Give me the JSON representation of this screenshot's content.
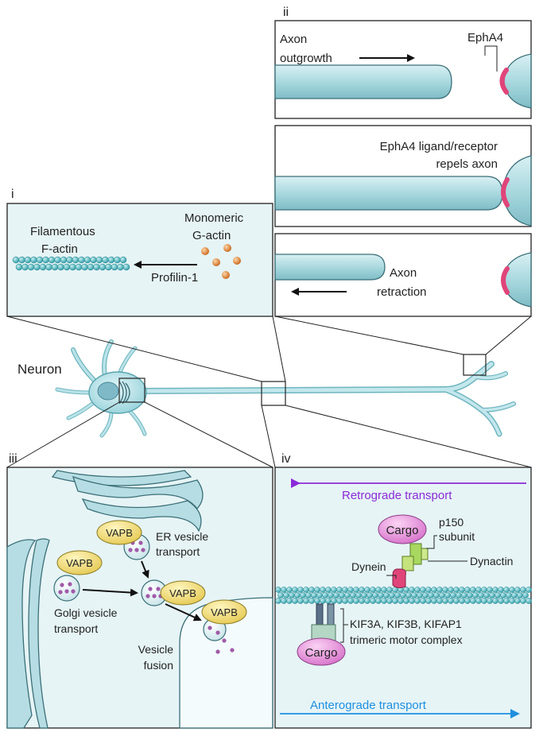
{
  "panels": {
    "i": {
      "numeral": "i",
      "filamentous_line1": "Filamentous",
      "filamentous_line2": "F-actin",
      "monomeric_line1": "Monomeric",
      "monomeric_line2": "G-actin",
      "profilin": "Profilin-1"
    },
    "ii": {
      "numeral": "ii",
      "axon_line1": "Axon",
      "axon_line2": "outgrowth",
      "epha4": "EphA4",
      "repel_line1": "EphA4 ligand/receptor",
      "repel_line2": "repels axon",
      "retract_line1": "Axon",
      "retract_line2": "retraction"
    },
    "neuron": {
      "label": "Neuron"
    },
    "iii": {
      "numeral": "iii",
      "vapb": "VAPB",
      "er_line1": "ER vesicle",
      "er_line2": "transport",
      "golgi_line1": "Golgi vesicle",
      "golgi_line2": "transport",
      "fusion_line1": "Vesicle",
      "fusion_line2": "fusion"
    },
    "iv": {
      "numeral": "iv",
      "retrograde": "Retrograde transport",
      "anterograde": "Anterograde transport",
      "cargo": "Cargo",
      "p150_line1": "p150",
      "p150_line2": "subunit",
      "dynein": "Dynein",
      "dynactin": "Dynactin",
      "kif_line1": "KIF3A, KIF3B, KIFAP1",
      "kif_line2": "trimeric motor complex"
    }
  },
  "colors": {
    "panel_bg": "#e6f4f6",
    "axon": "#b6e0e6",
    "epha4": "#e0457a",
    "actin": "#3fb7bf",
    "g_actin": "#e08a3a",
    "vapb": "#f0d868",
    "vesicle_dot": "#a05aa8",
    "cargo": "#e48ad8",
    "retrograde": "#8a2bd6",
    "anterograde": "#1e8fe0",
    "dynactin": "#a8d860"
  }
}
